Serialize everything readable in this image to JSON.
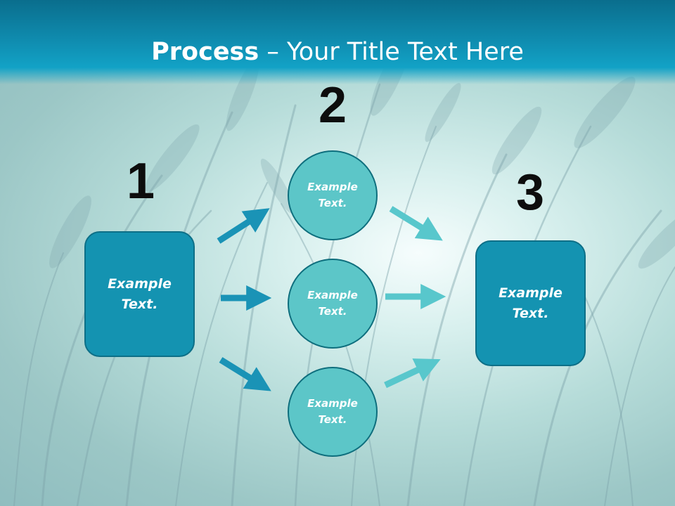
{
  "title": {
    "bold": "Process",
    "rest": " – Your Title Text Here"
  },
  "steps": {
    "one": "1",
    "two": "2",
    "three": "3"
  },
  "left_box": {
    "line1": "Example",
    "line2": "Text."
  },
  "circles": [
    {
      "line1": "Example",
      "line2": "Text."
    },
    {
      "line1": "Example",
      "line2": "Text."
    },
    {
      "line1": "Example",
      "line2": "Text."
    }
  ],
  "right_box": {
    "line1": "Example",
    "line2": "Text."
  },
  "colors": {
    "header": "#1497b9",
    "box": "#1493b1",
    "circle": "#5cc6c8",
    "arrow_in": "#1a93b6",
    "arrow_out": "#58c7cc"
  }
}
